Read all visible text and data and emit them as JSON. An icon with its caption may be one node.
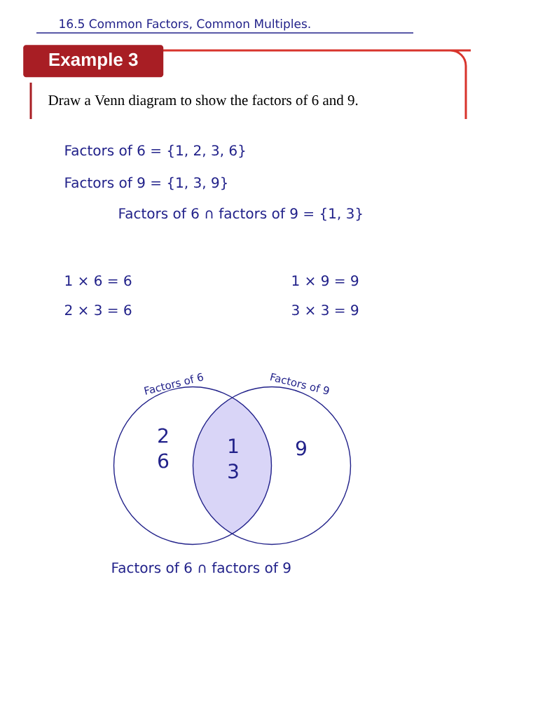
{
  "diagram": {
    "title": "16.5 Common Factors, Common Multiples.",
    "nodes": [
      {
        "text": [
          "Example 3"
        ]
      },
      {
        "text": [
          "Factors of 6",
          "2 6"
        ]
      },
      {
        "text": [
          "Factors of 9",
          "9"
        ]
      },
      {
        "text": [
          "1 3"
        ]
      }
    ],
    "labels": [
      "Draw a Venn diagram to show the factors of 6 and 9.",
      "Factors of 6 = {1, 2, 3, 6}",
      "Factors of 9 = {1, 3, 9}",
      "Factors of 6 ∩ factors of 9 = {1, 3}",
      "1 × 6 = 6",
      "1 × 9 = 9",
      "2 × 3 = 6",
      "3 × 3 = 9",
      "Factors of 6 ∩ factors of 9"
    ]
  }
}
